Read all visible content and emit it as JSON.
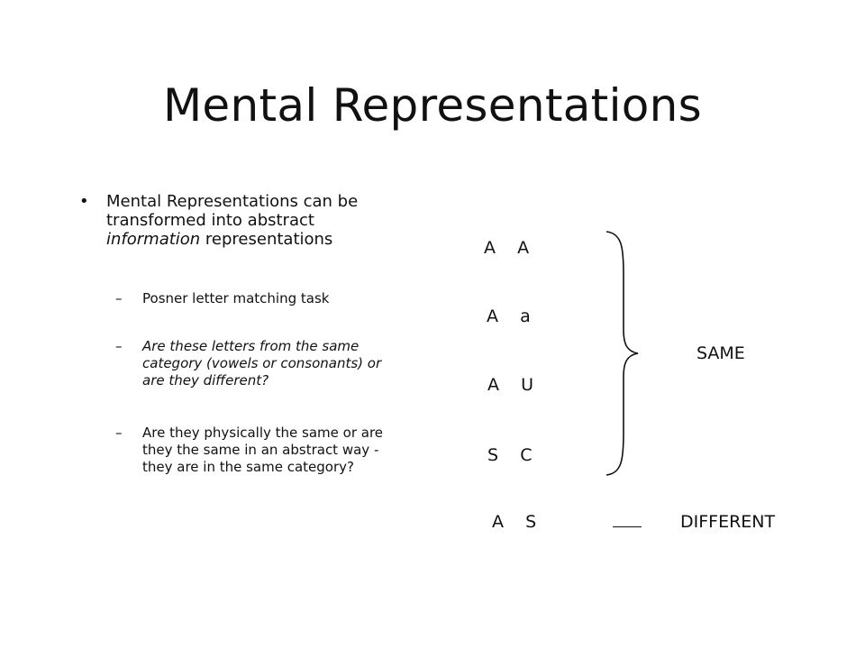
{
  "slide": {
    "title": "Mental Representations",
    "bullet": {
      "marker": "•",
      "text_part1": "Mental Representations can be transformed into abstract ",
      "text_italic": "information",
      "text_part2": " representations"
    },
    "sub_bullets": [
      {
        "marker": "–",
        "text": "Posner letter matching task"
      },
      {
        "marker": "–",
        "text": "Are these letters from the same category (vowels or consonants) or are they different?"
      },
      {
        "marker": "–",
        "text": "Are they physically the same or are they the same in an abstract way - they are in the same category?"
      }
    ]
  },
  "letter_pairs": [
    "A    A",
    "A    a",
    "A    U",
    "S    C",
    "A    S"
  ],
  "labels": {
    "same": "SAME",
    "different": "DIFFERENT"
  }
}
